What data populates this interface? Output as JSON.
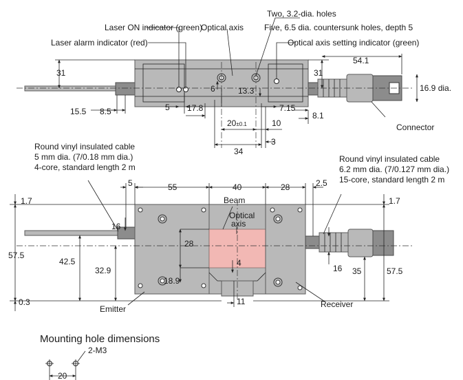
{
  "top_view": {
    "labels": {
      "laser_on": "Laser ON indicator (green)",
      "optical_axis": "Optical axis",
      "holes_two": "Two, 3.2-dia. holes",
      "holes_five": "Five, 6.5 dia. countersunk holes, depth 5",
      "laser_alarm": "Laser alarm indicator (red)",
      "axis_setting": "Optical axis setting indicator (green)",
      "connector": "Connector"
    },
    "dims": {
      "d31_left": "31",
      "d31_right": "31",
      "d54_1": "54.1",
      "d16_9": "16.9 dia.",
      "d6": "6",
      "d13_3": "13.3",
      "d15_5": "15.5",
      "d8_5": "8.5",
      "d5": "5",
      "d17_8": "17.8",
      "d7_15": "7.15",
      "d8_1": "8.1",
      "d20": "20",
      "d20_tol": "±0.1",
      "d10": "10",
      "d34": "34",
      "d3": "3"
    }
  },
  "front_view": {
    "labels": {
      "cable_left_1": "Round vinyl insulated cable",
      "cable_left_2": "5 mm dia. (7/0.18 mm dia.)",
      "cable_left_3": "4-core, standard length 2 m",
      "cable_right_1": "Round vinyl insulated cable",
      "cable_right_2": "6.2 mm dia. (7/0.127 mm dia.)",
      "cable_right_3": "15-core, standard length 2 m",
      "beam": "Beam",
      "optical": "Optical",
      "axis": "axis",
      "emitter": "Emitter",
      "receiver": "Receiver"
    },
    "dims": {
      "d5": "5",
      "d55": "55",
      "d40": "40",
      "d28_top": "28",
      "d2_5": "2.5",
      "d1_7_left": "1.7",
      "d1_7_right": "1.7",
      "d16_left": "16",
      "d28_mid": "28",
      "d57_5_left": "57.5",
      "d42_5": "42.5",
      "d32_9": "32.9",
      "d4": "4",
      "d18_9": "18.9",
      "d0_3": "0.3",
      "d11": "11",
      "d16_right": "16",
      "d35": "35",
      "d57_5_right": "57.5"
    }
  },
  "mounting": {
    "title": "Mounting hole dimensions",
    "label": "2-M3",
    "d20": "20"
  },
  "colors": {
    "body": "#b9b9b9",
    "beam": "#f2b8b4",
    "lines": "#222222"
  }
}
